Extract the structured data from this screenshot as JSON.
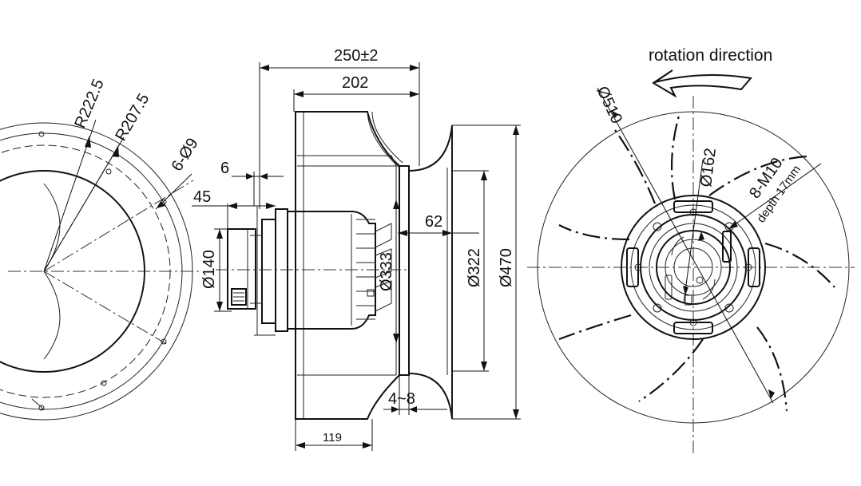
{
  "header": {
    "rotation_label": "rotation direction"
  },
  "left_view": {
    "radius_outer": "R222.5",
    "radius_inner": "R207.5",
    "holes": "6-Ø9"
  },
  "side_view": {
    "overall_length": "250±2",
    "impeller_length": "202",
    "flange_thickness": "6",
    "motor_offset": "45",
    "motor_diameter": "Ø140",
    "hub_diameter": "Ø333",
    "inlet_depth": "62",
    "inlet_diameter": "Ø322",
    "outer_diameter": "Ø470",
    "gap": "4~8",
    "bottom_length": "119"
  },
  "front_view": {
    "impeller_diameter": "Ø510",
    "bolt_circle": "Ø162",
    "thread": "8-M10",
    "thread_depth": "depth 17mm"
  }
}
